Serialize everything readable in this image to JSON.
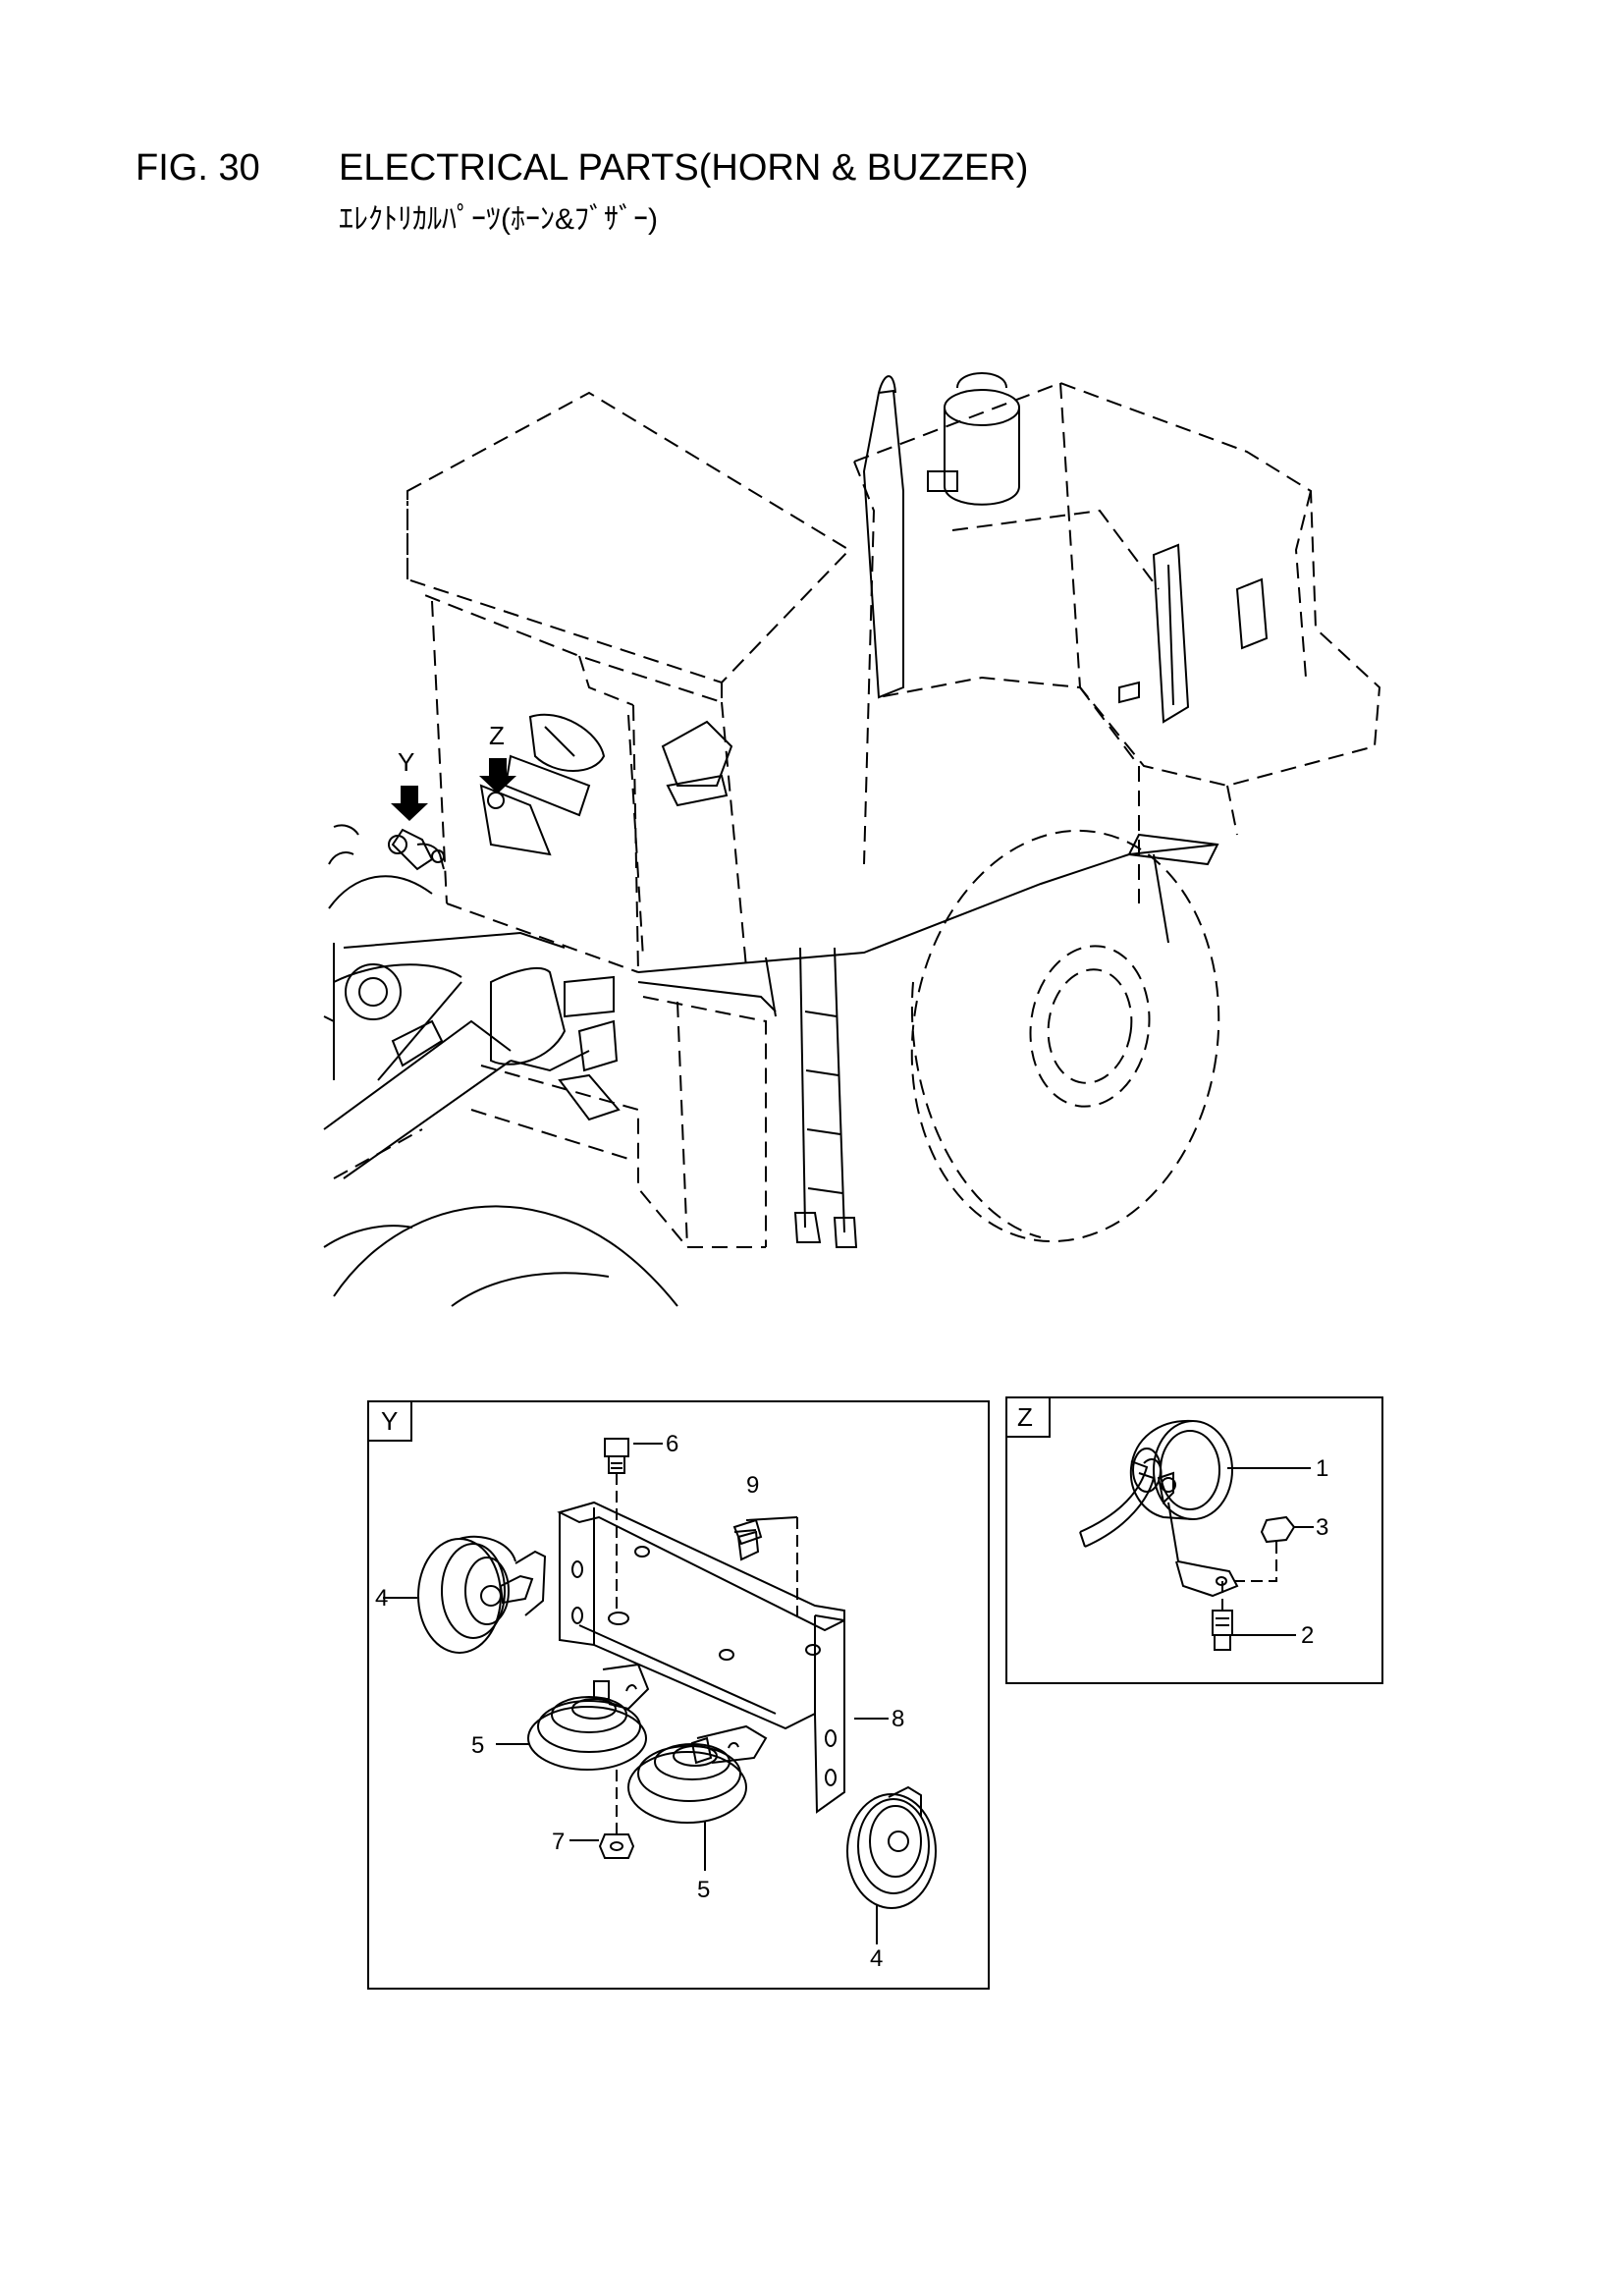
{
  "header": {
    "figure_number": "FIG. 30",
    "title": "ELECTRICAL PARTS(HORN & BUZZER)",
    "subtitle": "ｴﾚｸﾄﾘｶﾙﾊﾟｰﾂ(ﾎｰﾝ&ﾌﾞｻﾞｰ)"
  },
  "overview": {
    "callouts": [
      "Y",
      "Z"
    ]
  },
  "detail_y": {
    "label": "Y",
    "part_labels": [
      "6",
      "9",
      "4",
      "5",
      "8",
      "7",
      "5",
      "4"
    ]
  },
  "detail_z": {
    "label": "Z",
    "part_labels": [
      "1",
      "3",
      "2"
    ]
  },
  "colors": {
    "line": "#000000",
    "background": "#ffffff"
  }
}
